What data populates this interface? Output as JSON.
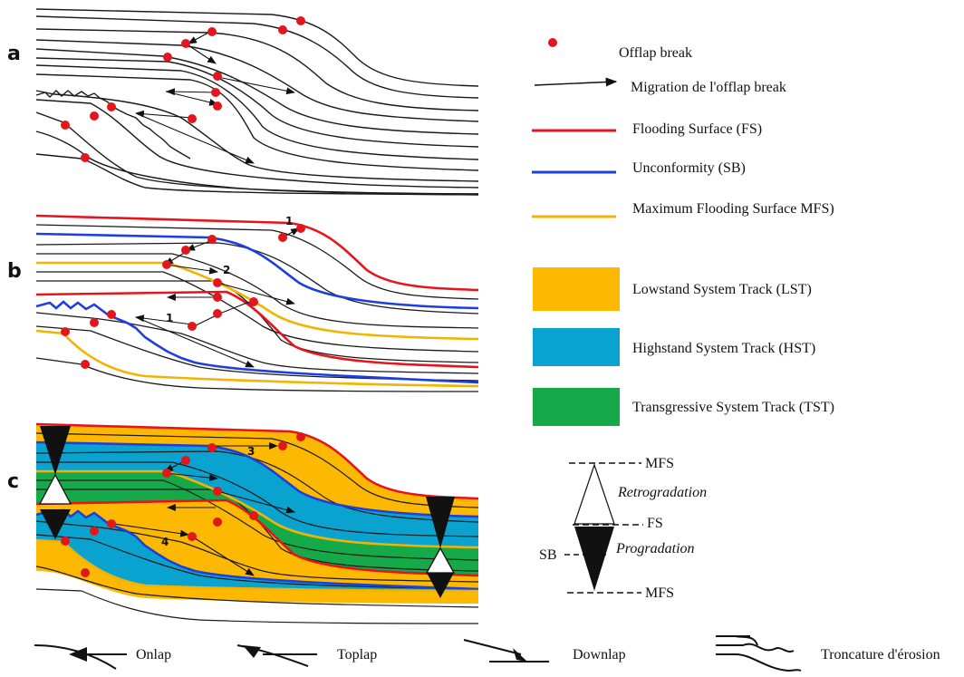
{
  "panels": {
    "a": {
      "label": "a"
    },
    "b": {
      "label": "b",
      "numbers": [
        "1",
        "2",
        "1"
      ]
    },
    "c": {
      "label": "c",
      "numbers": [
        "3",
        "4"
      ]
    }
  },
  "legend": {
    "offlap_break": "Offlap break",
    "migration": "Migration de l'offlap break",
    "flooding_surface": "Flooding Surface (FS)",
    "unconformity": "Unconformity (SB)",
    "mfs": "Maximum Flooding Surface MFS)",
    "lst": "Lowstand System Track (LST)",
    "hst": "Highstand System Track (HST)",
    "tst": "Transgressive System Track (TST)"
  },
  "cycle": {
    "mfs_top": "MFS",
    "retrogradation": "Retrogradation",
    "fs": "FS",
    "sb": "SB",
    "progradation": "Progradation",
    "mfs_bottom": "MFS"
  },
  "terminations": {
    "onlap": "Onlap",
    "toplap": "Toplap",
    "downlap": "Downlap",
    "truncation": "Troncature d'érosion"
  },
  "colors": {
    "flooding_surface": "#e8141b",
    "unconformity": "#1d3fe0",
    "mfs": "#f1b400",
    "lst": "#fdb901",
    "hst": "#0aa3d0",
    "tst": "#16a94a",
    "offlap_break": "#e3161b",
    "line": "#1a1a1a"
  }
}
